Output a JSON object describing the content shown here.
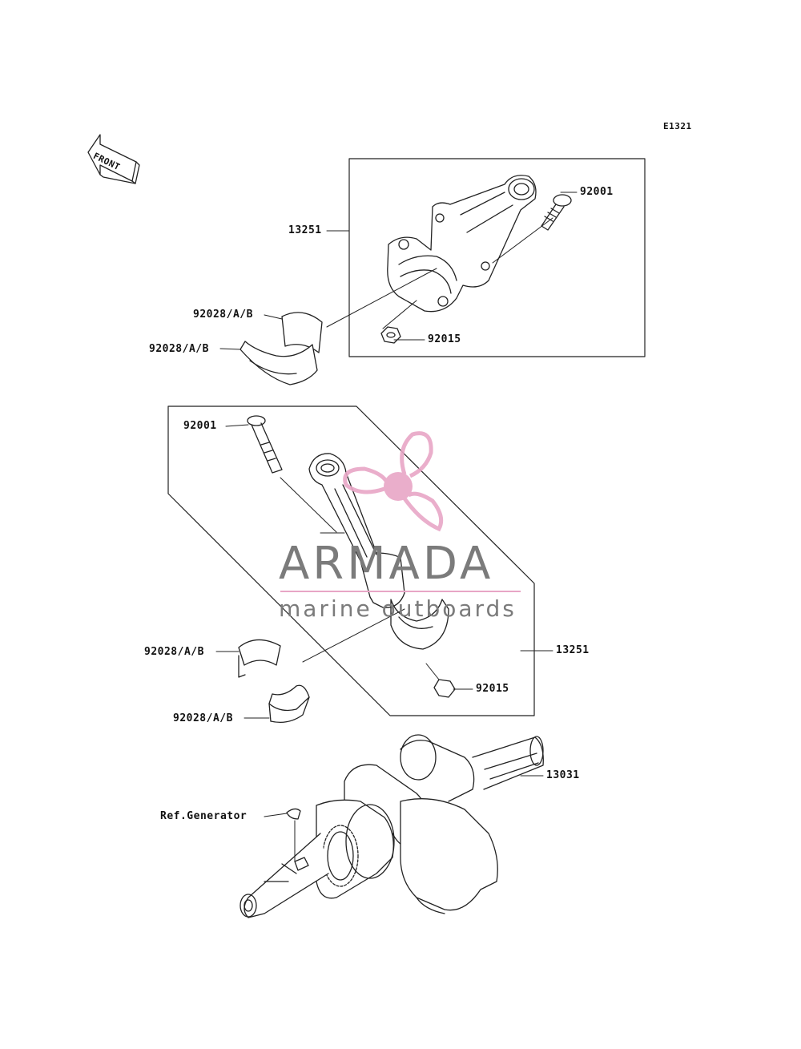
{
  "diagram_code": "E1321",
  "front_label": "FRONT",
  "watermark": {
    "brand": "ARMADA",
    "tagline": "marine outboards",
    "accent_color": "#e8a6c6",
    "text_color": "#7b7b7b"
  },
  "parts": {
    "upper_rod_assembly": "13251",
    "upper_bolt": "92001",
    "upper_nut": "92015",
    "upper_bearing_1": "92028/A/B",
    "upper_bearing_2": "92028/A/B",
    "lower_bolt": "92001",
    "lower_rod_assembly": "13251",
    "lower_bearing_1": "92028/A/B",
    "lower_bearing_2": "92028/A/B",
    "lower_nut": "92015",
    "crankshaft": "13031",
    "ref_generator": "Ref.Generator"
  }
}
